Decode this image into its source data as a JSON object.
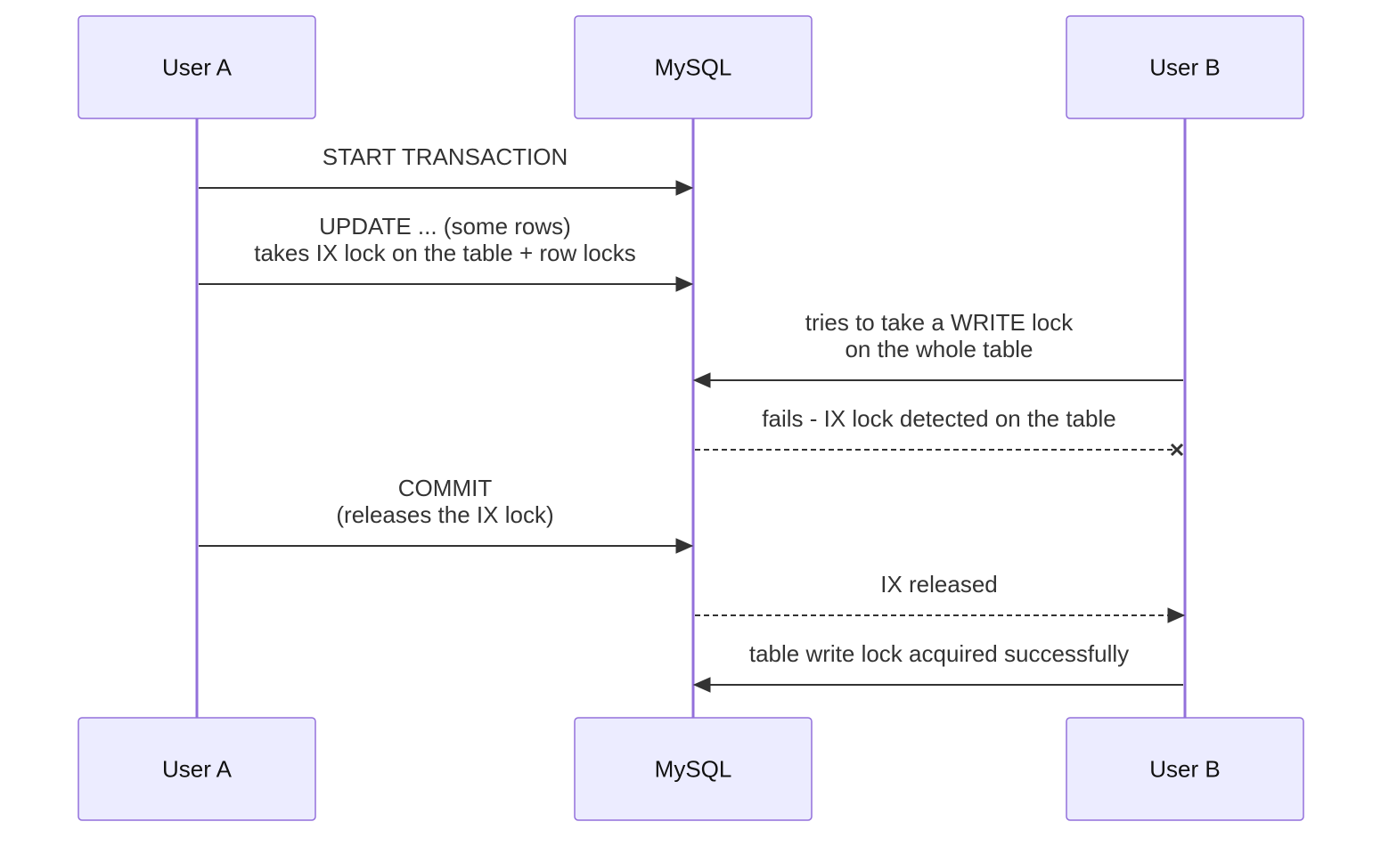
{
  "participants": [
    {
      "id": "a",
      "label": "User A"
    },
    {
      "id": "m",
      "label": "MySQL"
    },
    {
      "id": "b",
      "label": "User B"
    }
  ],
  "messages": [
    {
      "from": "a",
      "to": "m",
      "style": "solid",
      "head": "arrow",
      "lines": [
        "START TRANSACTION"
      ]
    },
    {
      "from": "a",
      "to": "m",
      "style": "solid",
      "head": "arrow",
      "lines": [
        "UPDATE ... (some rows)",
        "takes IX lock on the table + row locks"
      ]
    },
    {
      "from": "b",
      "to": "m",
      "style": "solid",
      "head": "arrow",
      "lines": [
        "tries to take a WRITE lock",
        "on the whole table"
      ]
    },
    {
      "from": "m",
      "to": "b",
      "style": "dashed",
      "head": "cross",
      "lines": [
        "fails - IX lock detected on the table"
      ]
    },
    {
      "from": "a",
      "to": "m",
      "style": "solid",
      "head": "arrow",
      "lines": [
        "COMMIT",
        "(releases the IX lock)"
      ]
    },
    {
      "from": "m",
      "to": "b",
      "style": "dashed",
      "head": "arrow",
      "lines": [
        "IX released"
      ]
    },
    {
      "from": "b",
      "to": "m",
      "style": "solid",
      "head": "arrow",
      "lines": [
        "table write lock acquired successfully"
      ]
    }
  ],
  "colors": {
    "actor_fill": "#ECECFF",
    "actor_border": "#9370DB",
    "lifeline": "#9370DB",
    "message": "#333333"
  }
}
